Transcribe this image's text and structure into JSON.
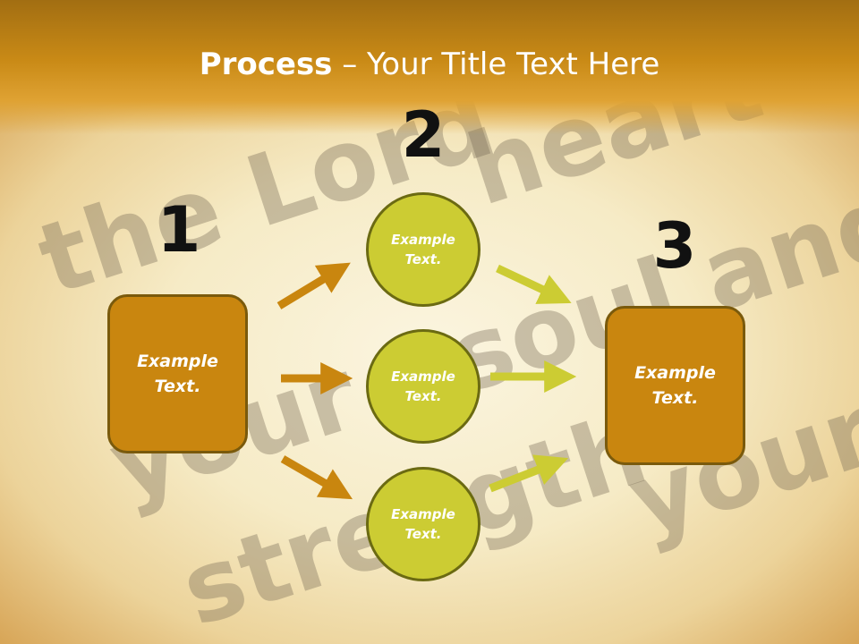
{
  "title": {
    "bold": "Process",
    "rest": " – Your Title Text Here"
  },
  "steps": [
    {
      "number": "1",
      "label": "Example\nText."
    },
    {
      "number": "2",
      "items": [
        "Example\nText.",
        "Example\nText.",
        "Example\nText."
      ]
    },
    {
      "number": "3",
      "label": "Example\nText."
    }
  ],
  "colors": {
    "box": "#c9860f",
    "circle": "#cccc33",
    "left_arrows": "#c9860f",
    "right_arrows": "#cccc33",
    "title_band": "#c98a16"
  },
  "background_words": [
    "the Lord",
    "heart",
    "your",
    "soul and",
    "your",
    "strength"
  ]
}
